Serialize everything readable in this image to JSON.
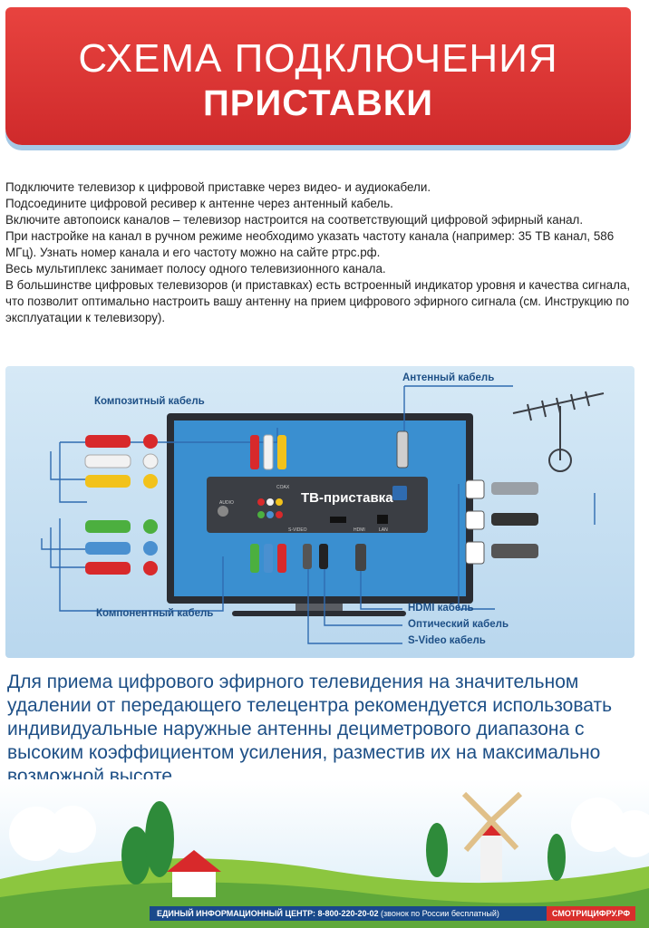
{
  "header": {
    "title_line1": "СХЕМА ПОДКЛЮЧЕНИЯ",
    "title_line2": "ПРИСТАВКИ"
  },
  "intro": [
    "Подключите телевизор к цифровой приставке через видео- и аудиокабели.",
    "Подсоедините цифровой ресивер к антенне через антенный кабель.",
    "Включите автопоиск каналов – телевизор настроится на соответствующий цифровой эфирный канал.",
    "При настройке на канал в ручном режиме необходимо указать частоту канала (например: 35 ТВ канал, 586 МГц). Узнать номер канала и его частоту можно на сайте ртрс.рф.",
    "Весь мультиплекс занимает полосу одного телевизионного канала.",
    "В большинстве цифровых телевизоров (и приставках) есть встроенный индикатор уровня и качества сигнала, что позволит оптимально настроить вашу антенну на прием цифрового эфирного сигнала (см. Инструкцию по эксплуатации к телевизору)."
  ],
  "diagram": {
    "composite_cable": "Композитный кабель",
    "component_cable": "Компонентный кабель",
    "antenna_cable": "Антенный кабель",
    "hdmi_cable": "HDMI кабель",
    "optical_cable": "Оптический кабель",
    "svideo_cable": "S-Video кабель",
    "box_label": "ТВ-приставка",
    "port_audio": "AUDIO",
    "port_svideo": "S-VIDEO",
    "port_hdmi": "HDMI",
    "port_lan": "LAN",
    "port_coax": "COAX",
    "colors": {
      "red": "#d8292b",
      "white": "#f2f2f2",
      "yellow": "#f2c21b",
      "green": "#4caf3f",
      "blue": "#4a90d0"
    }
  },
  "bottom": [
    "Для приема цифрового эфирного телевидения на значительном",
    "удалении от передающего телецентра рекомендуется использовать",
    "индивидуальные наружные антенны дециметрового диапазона с",
    "высоким коэффициентом усиления, разместив их на максимально",
    "возможной высоте."
  ],
  "footer": {
    "info": "ЕДИНЫЙ ИНФОРМАЦИОННЫЙ ЦЕНТР: 8-800-220-20-02",
    "note": "(звонок по России бесплатный)",
    "site": "СМОТРИЦИФРУ.РФ"
  }
}
